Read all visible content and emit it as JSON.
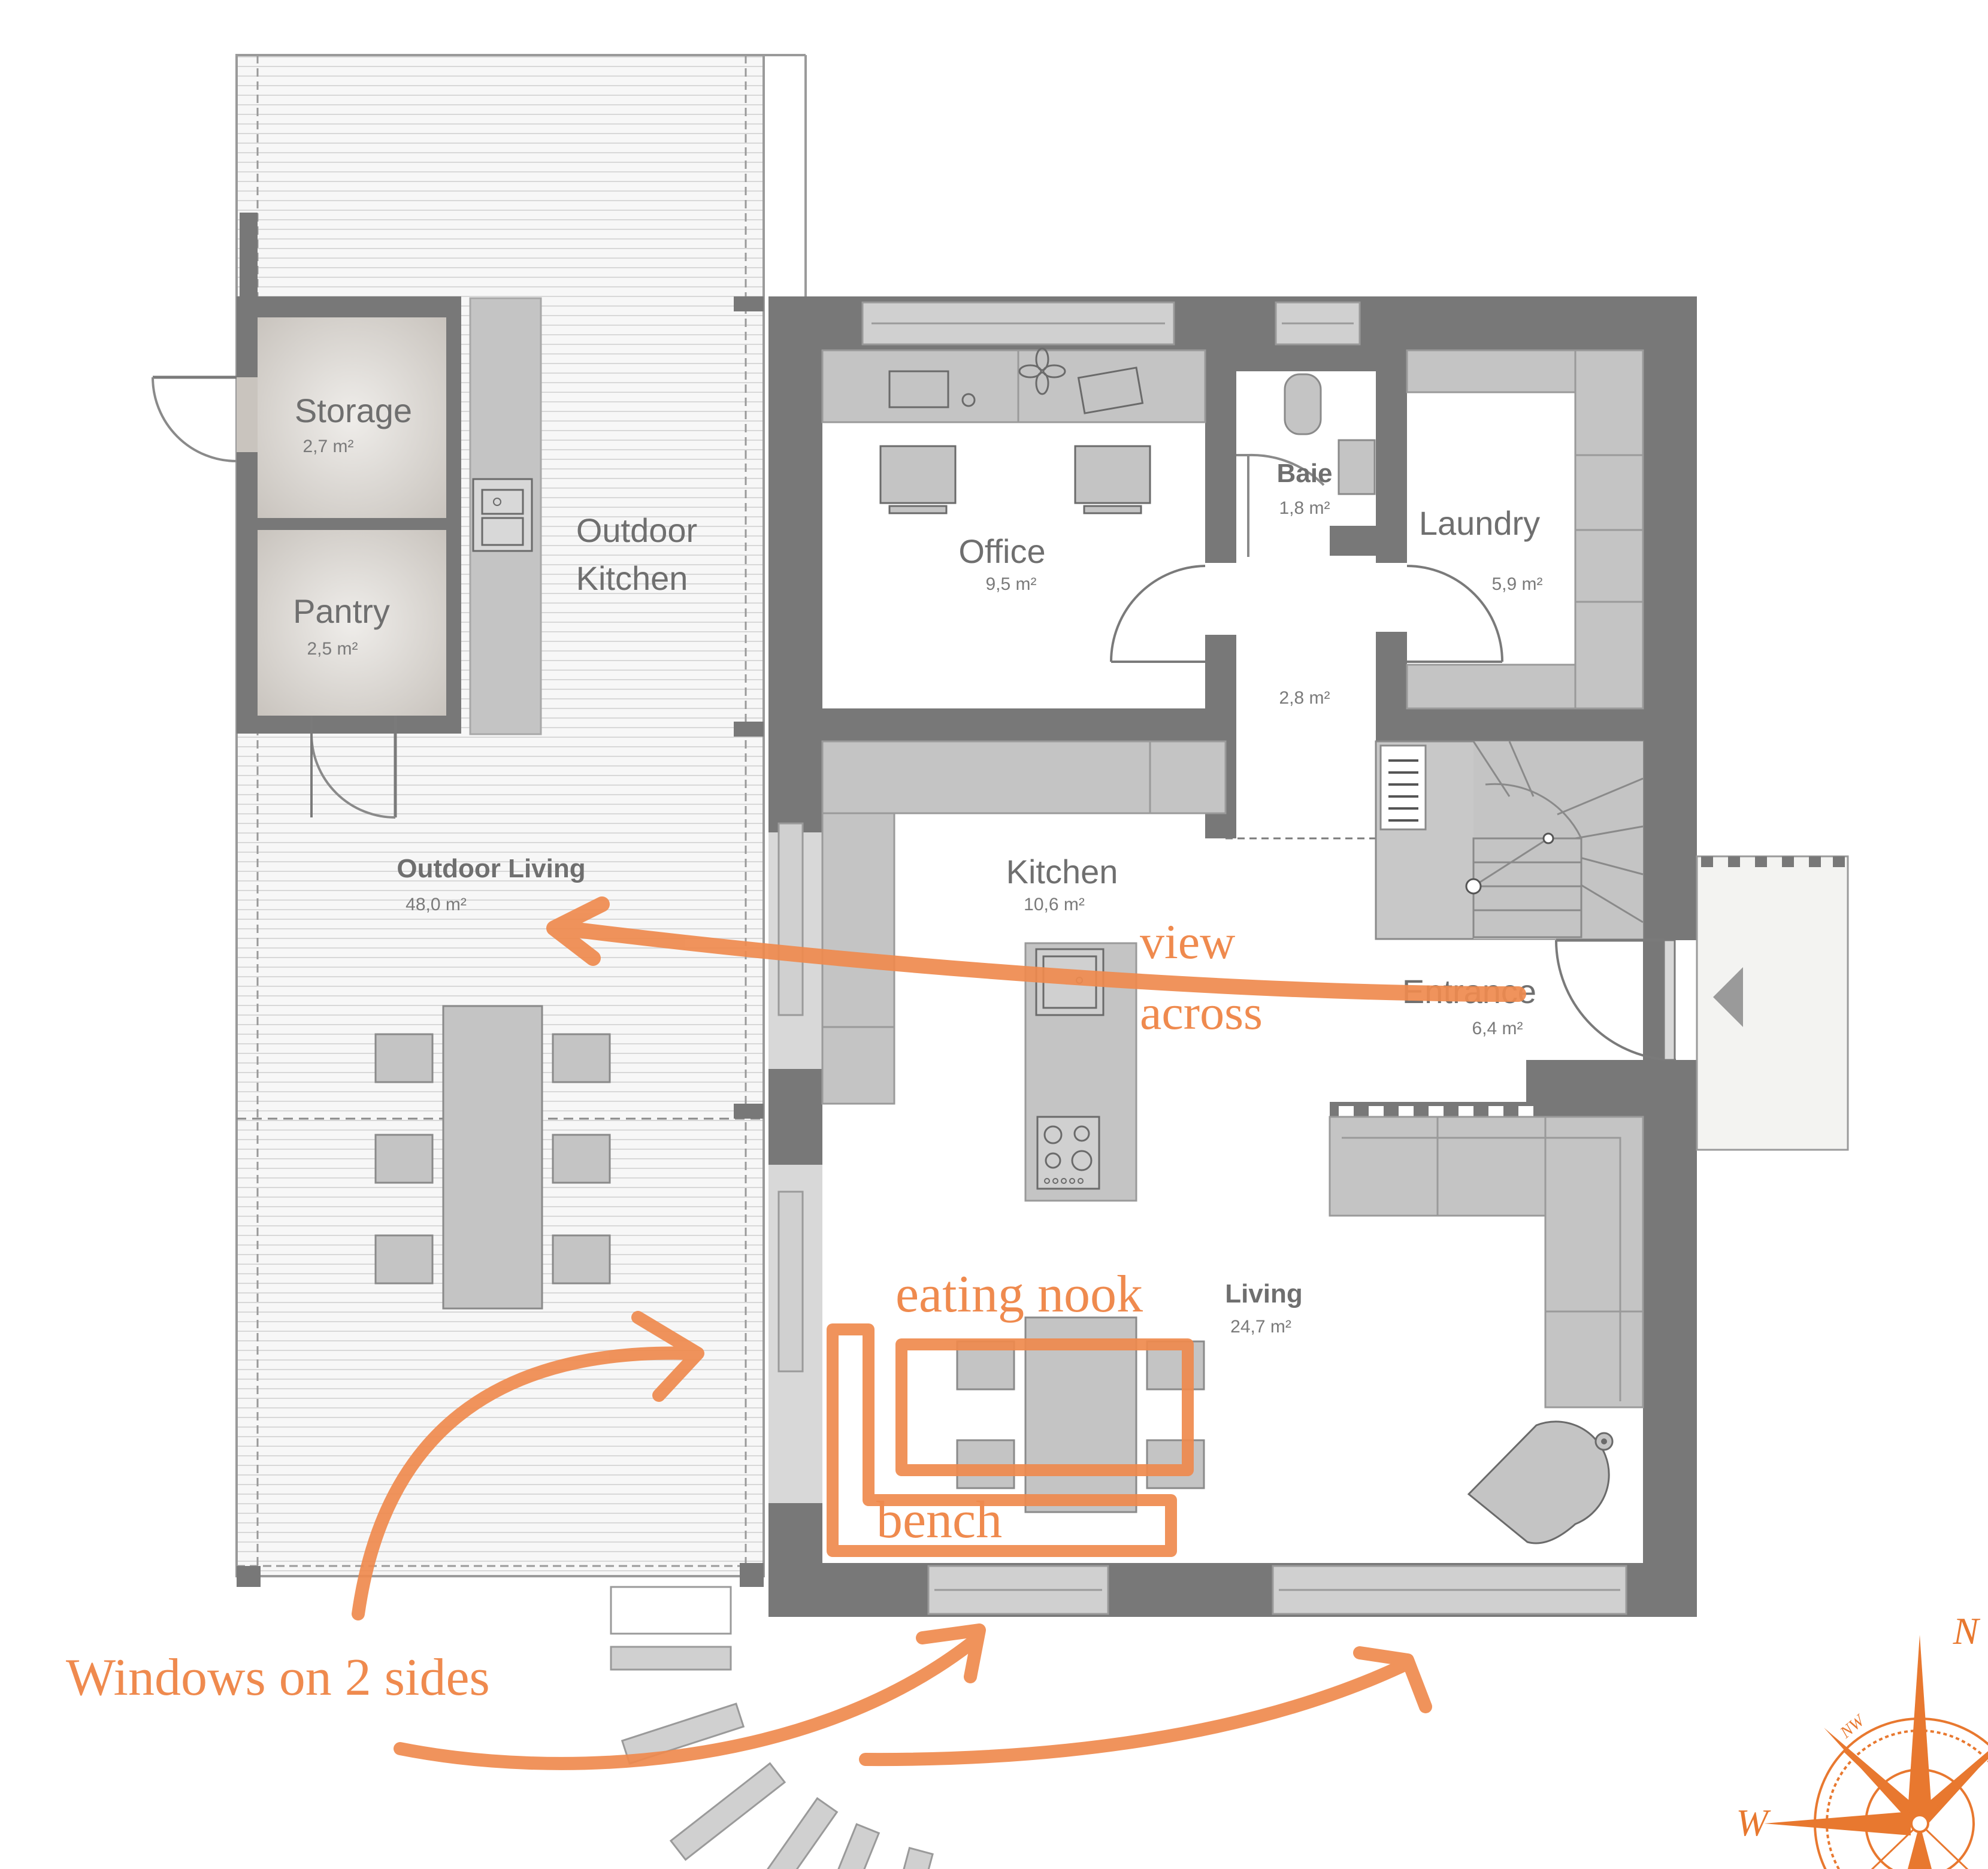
{
  "rooms": {
    "storage": {
      "name": "Storage",
      "area": "2,7 m²"
    },
    "pantry": {
      "name": "Pantry",
      "area": "2,5 m²"
    },
    "outdoor_kitchen": {
      "name_line1": "Outdoor",
      "name_line2": "Kitchen"
    },
    "office": {
      "name": "Office",
      "area": "9,5 m²"
    },
    "bath": {
      "name": "Baie",
      "area": "1,8 m²"
    },
    "laundry": {
      "name": "Laundry",
      "area": "5,9 m²"
    },
    "hall": {
      "area": "2,8 m²"
    },
    "kitchen": {
      "name": "Kitchen",
      "area": "10,6 m²"
    },
    "outdoor_living": {
      "name": "Outdoor Living",
      "area": "48,0 m²"
    },
    "entrance": {
      "name": "Entrance",
      "area": "6,4 m²"
    },
    "living": {
      "name": "Living",
      "area": "24,7 m²"
    }
  },
  "annotations": {
    "view_line1": "view",
    "view_line2": "across",
    "eating_nook": "eating nook",
    "bench": "bench",
    "windows": "Windows on 2 sides"
  },
  "compass": {
    "north": "N",
    "west": "W",
    "northwest": "NW"
  },
  "colors": {
    "wall": "#787878",
    "furniture": "#c4c4c4",
    "annotation": "#ef8a4e"
  }
}
